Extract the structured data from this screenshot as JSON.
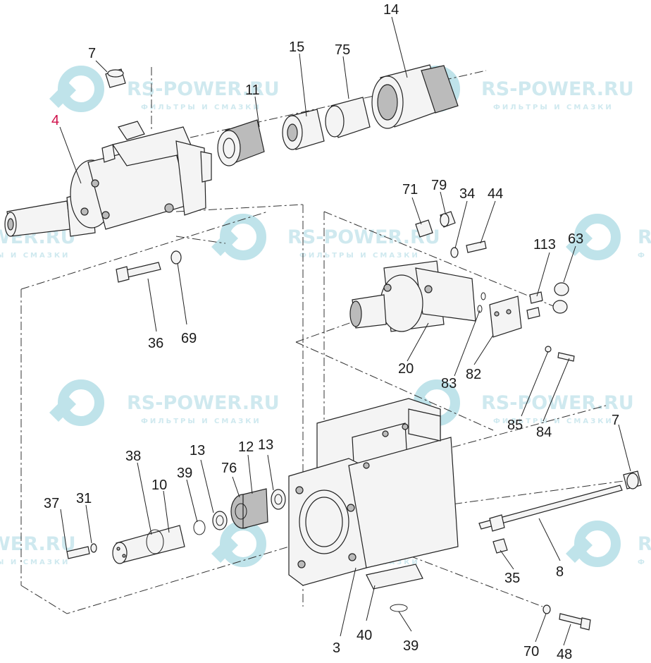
{
  "watermark": {
    "brand": "RS-POWER.RU",
    "tagline": "ФИЛЬТРЫ И СМАЗКИ",
    "brand_partial": "WER.RU",
    "tagline_partial": "Ы И СМАЗКИ",
    "brand_edge": "R",
    "tagline_edge": "Ф",
    "logo_color": "#bfe3ea"
  },
  "labels": {
    "p7a": "7",
    "p4": "4",
    "p11": "11",
    "p15": "15",
    "p75": "75",
    "p14": "14",
    "p71": "71",
    "p79": "79",
    "p34": "34",
    "p44": "44",
    "p113": "113",
    "p63": "63",
    "p36": "36",
    "p69": "69",
    "p20": "20",
    "p83": "83",
    "p82": "82",
    "p85": "85",
    "p84": "84",
    "p7b": "7",
    "p38": "38",
    "p10": "10",
    "p39a": "39",
    "p13a": "13",
    "p76": "76",
    "p12": "12",
    "p13b": "13",
    "p37": "37",
    "p31": "31",
    "p35": "35",
    "p8": "8",
    "p3": "3",
    "p40": "40",
    "p39b": "39",
    "p70": "70",
    "p48": "48"
  },
  "colors": {
    "highlight_label": "#d0104a",
    "ink": "#1a1a1a"
  }
}
